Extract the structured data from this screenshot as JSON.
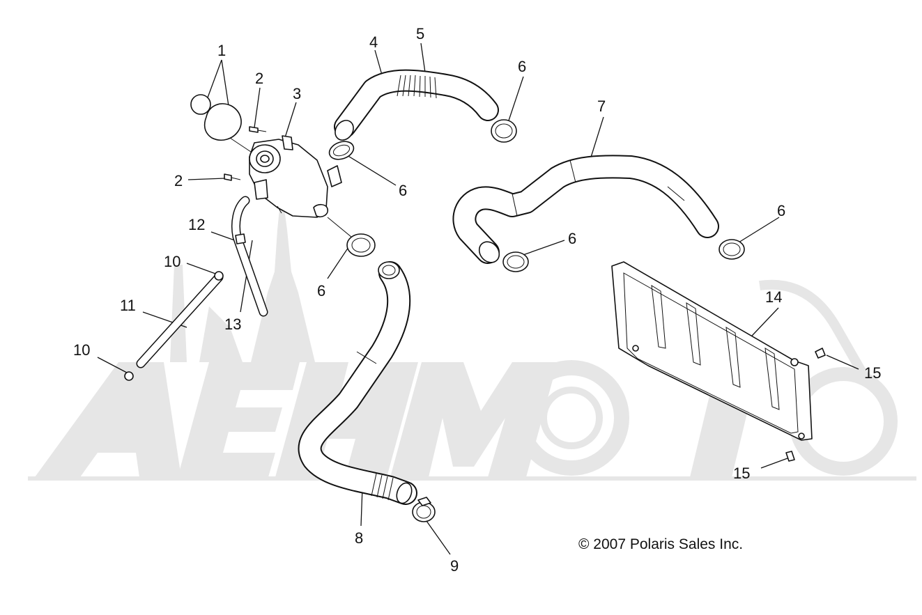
{
  "diagram": {
    "callouts": [
      "1",
      "2",
      "2",
      "3",
      "4",
      "5",
      "6",
      "6",
      "6",
      "6",
      "6",
      "7",
      "8",
      "9",
      "10",
      "10",
      "11",
      "12",
      "13",
      "14",
      "15",
      "15"
    ],
    "copyright": "© 2007 Polaris Sales Inc."
  }
}
